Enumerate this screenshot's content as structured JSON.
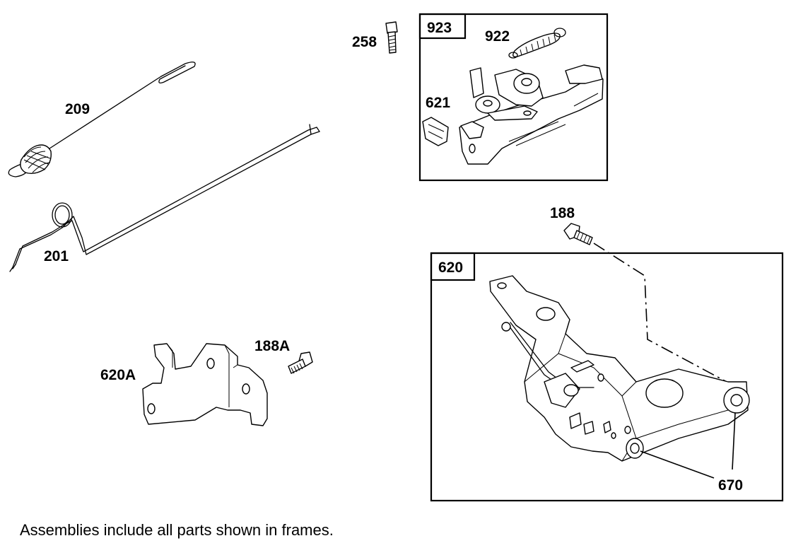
{
  "labels": {
    "p209": "209",
    "p201": "201",
    "p258": "258",
    "p923": "923",
    "p922": "922",
    "p621": "621",
    "p188": "188",
    "p620": "620",
    "p620a": "620A",
    "p188a": "188A",
    "p670": "670"
  },
  "footnote": "Assemblies include all parts shown in frames."
}
